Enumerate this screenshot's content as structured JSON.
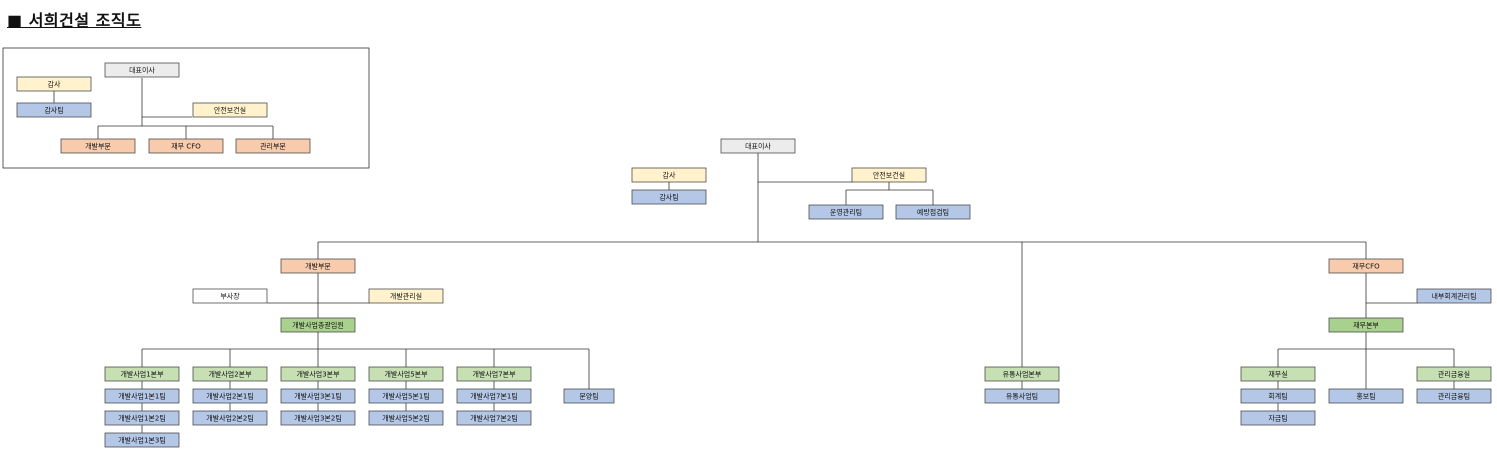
{
  "title": "■ 서희건설 조직도",
  "colors": {
    "gray": "#ececec",
    "yellow": "#fff2cc",
    "blue": "#b4c7e7",
    "salmon": "#f8cbad",
    "green": "#c6e0b4",
    "darkgreen": "#a9d18e",
    "white": "#ffffff"
  },
  "summary": {
    "ceo": "대표이사",
    "audit": "감사",
    "audit_team": "감사팀",
    "safety": "안전보건실",
    "divisions": [
      "개발부문",
      "재무 CFO",
      "관리부문"
    ]
  },
  "org": {
    "ceo": "대표이사",
    "audit": "감사",
    "audit_team": "감사팀",
    "safety": "안전보건실",
    "safety_teams": [
      "운영관리팀",
      "예방점검팀"
    ],
    "dev": {
      "name": "개발부문",
      "vice_president": "부사장",
      "dev_mgmt": "개발관리실",
      "hq": "개발사업총괄임원",
      "units": [
        {
          "name": "개발사업1본부",
          "teams": [
            "개발사업1본1팀",
            "개발사업1본2팀",
            "개발사업1본3팀"
          ]
        },
        {
          "name": "개발사업2본부",
          "teams": [
            "개발사업2본1팀",
            "개발사업2본2팀"
          ]
        },
        {
          "name": "개발사업3본부",
          "teams": [
            "개발사업3본1팀",
            "개발사업3본2팀"
          ]
        },
        {
          "name": "개발사업5본부",
          "teams": [
            "개발사업5본1팀",
            "개발사업5본2팀"
          ]
        },
        {
          "name": "개발사업7본부",
          "teams": [
            "개발사업7본1팀",
            "개발사업7본2팀"
          ]
        }
      ],
      "sales_team": "분양팀"
    },
    "distribution": {
      "name": "유통사업본부",
      "team": "유통사업팀"
    },
    "cfo": {
      "name": "재무CFO",
      "internal_accounting": "내부회계관리팀",
      "hq": "재무본부",
      "finance_office": {
        "name": "재무실",
        "teams": [
          "회계팀",
          "자금팀"
        ]
      },
      "pr_team": "홍보팀",
      "fin_mgmt": {
        "name": "관리금융실",
        "team": "관리금융팀"
      }
    }
  }
}
